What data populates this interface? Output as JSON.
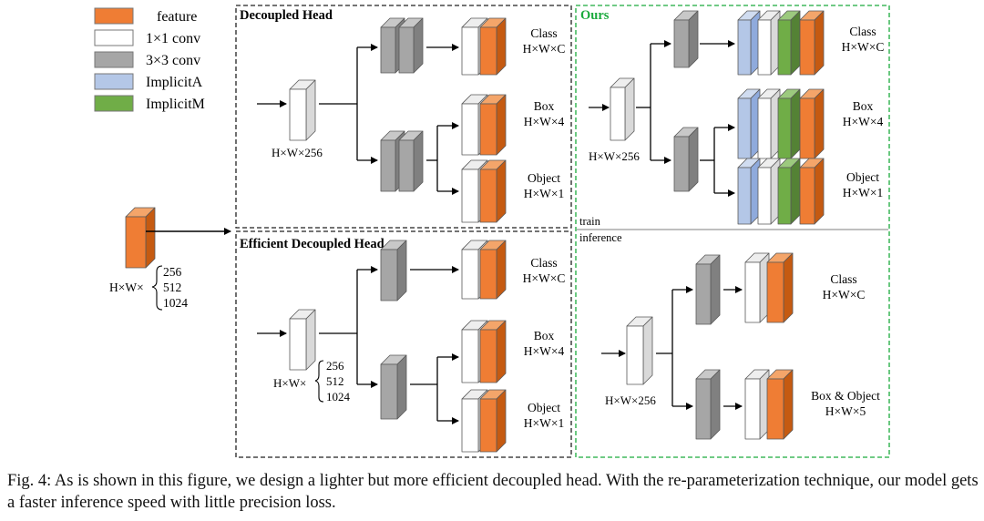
{
  "legend": [
    {
      "label": "feature",
      "color": "#ef7d34"
    },
    {
      "label": "1×1 conv",
      "color": "#ffffff"
    },
    {
      "label": "3×3 conv",
      "color": "#a6a6a6"
    },
    {
      "label": "ImplicitA",
      "color": "#b4c7e7"
    },
    {
      "label": "ImplicitM",
      "color": "#70ad47"
    }
  ],
  "input": {
    "dim_prefix": "H×W×",
    "channels": [
      "256",
      "512",
      "1024"
    ]
  },
  "panels": {
    "decoupled": {
      "title": "Decoupled Head",
      "stem_dim": "H×W×256",
      "outputs": [
        {
          "name": "Class",
          "dim": "H×W×C"
        },
        {
          "name": "Box",
          "dim": "H×W×4"
        },
        {
          "name": "Object",
          "dim": "H×W×1"
        }
      ]
    },
    "efficient": {
      "title": "Efficient Decoupled Head",
      "stem_dim_prefix": "H×W×",
      "stem_channels": [
        "256",
        "512",
        "1024"
      ],
      "outputs": [
        {
          "name": "Class",
          "dim": "H×W×C"
        },
        {
          "name": "Box",
          "dim": "H×W×4"
        },
        {
          "name": "Object",
          "dim": "H×W×1"
        }
      ]
    },
    "ours": {
      "title": "Ours",
      "title_color": "#1aaa3c",
      "stem_dim": "H×W×256",
      "train_label": "train",
      "inference_label": "inference",
      "train_outputs": [
        {
          "name": "Class",
          "dim": "H×W×C"
        },
        {
          "name": "Box",
          "dim": "H×W×4"
        },
        {
          "name": "Object",
          "dim": "H×W×1"
        }
      ],
      "inference_stem_dim": "H×W×256",
      "inference_outputs": [
        {
          "name": "Class",
          "dim": "H×W×C"
        },
        {
          "name": "Box & Object",
          "dim": "H×W×5"
        }
      ]
    }
  },
  "caption": "Fig. 4: As is shown in this figure, we design a lighter but more efficient decoupled head. With the re-parameterization technique, our model gets a faster inference speed with little precision loss.",
  "colors": {
    "feature_face": "#ef7d34",
    "feature_side": "#c55a11",
    "feature_top": "#f4a56a",
    "conv3_face": "#a6a6a6",
    "conv3_side": "#808080",
    "conv3_top": "#c8c8c8",
    "conv1_face": "#ffffff",
    "conv1_side": "#d9d9d9",
    "conv1_top": "#eeeeee",
    "implicitA_face": "#b4c7e7",
    "implicitA_side": "#8faadc",
    "implicitA_top": "#d0dcf0",
    "implicitM_face": "#70ad47",
    "implicitM_side": "#548235",
    "implicitM_top": "#9cc97e",
    "ours_border": "#1aaa3c"
  }
}
